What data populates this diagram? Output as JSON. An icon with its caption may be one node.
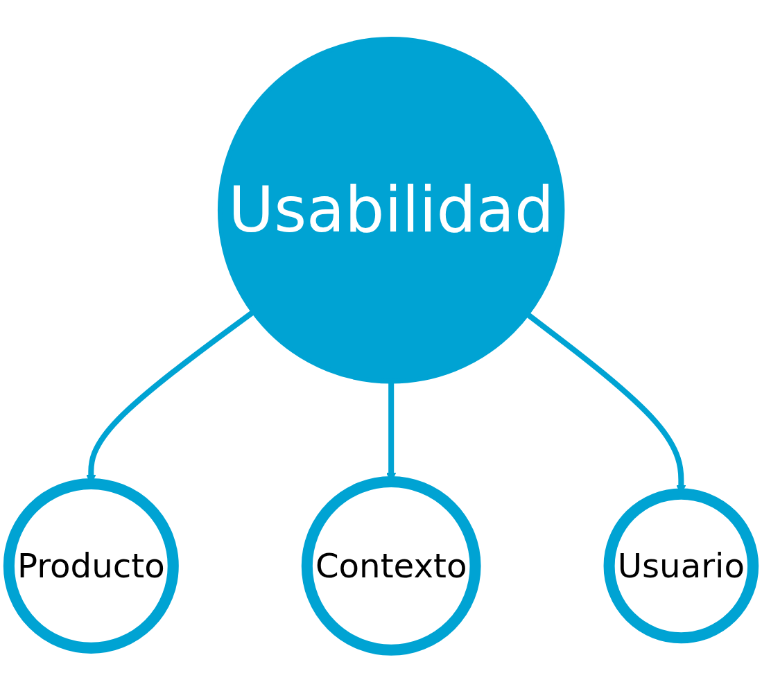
{
  "diagram": {
    "nodes": [
      {
        "text": [
          "Producto"
        ]
      },
      {
        "text": [
          "Usabilidad"
        ]
      },
      {
        "text": [
          "Contexto"
        ]
      },
      {
        "text": [
          "Usuario"
        ]
      }
    ],
    "edges": [
      {
        "from": 1,
        "to": 0,
        "arrow": "to"
      },
      {
        "from": 1,
        "to": 2,
        "arrow": "to"
      },
      {
        "from": 1,
        "to": 3,
        "arrow": "to"
      }
    ]
  }
}
